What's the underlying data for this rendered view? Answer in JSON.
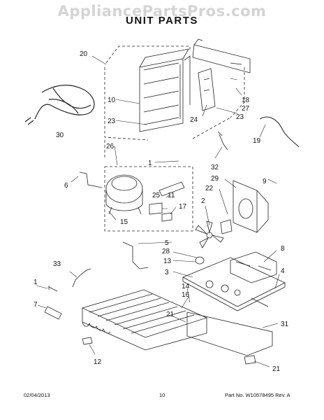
{
  "watermark": "AppliancePartsPros.com",
  "title": "UNIT PARTS",
  "callouts": [
    "20",
    "10",
    "23",
    "30",
    "24",
    "18",
    "27",
    "23",
    "26",
    "1",
    "6",
    "19",
    "32",
    "9",
    "29",
    "22",
    "25",
    "11",
    "17",
    "15",
    "2",
    "5",
    "28",
    "13",
    "33",
    "3",
    "8",
    "4",
    "1",
    "7",
    "14",
    "16",
    "21",
    "31",
    "12",
    "21"
  ],
  "footer": {
    "date": "02/04/2013",
    "page": "10",
    "part_no": "Part No.  W10578495  Rev. A"
  }
}
